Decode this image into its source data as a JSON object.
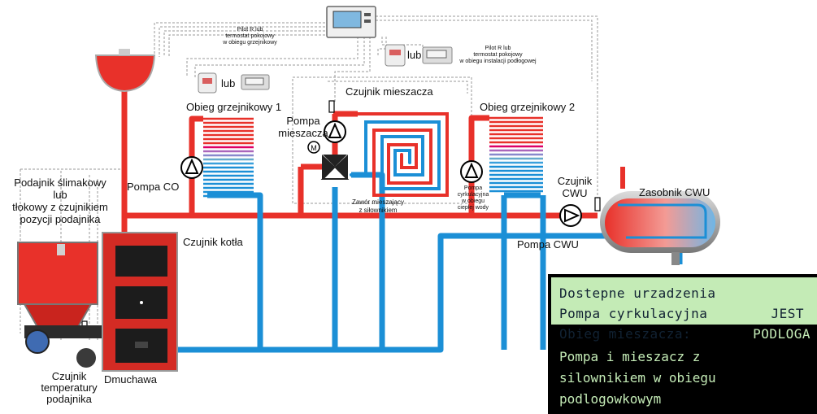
{
  "labels": {
    "pilot_left": "Pilot R lub\ntermostat pokojowy\nw obiegu grzejnikowy",
    "pilot_right": "Pilot R lub\ntermostat pokojowy\nw obiegu instalacji podłogowej",
    "lub_1": "lub",
    "lub_2": "lub",
    "circuit_1": "Obieg grzejnikowy 1",
    "circuit_2": "Obieg grzejnikowy 2",
    "mixer_sensor": "Czujnik mieszacza",
    "mixer_pump": "Pompa\nmieszacza",
    "co_pump": "Pompa CO",
    "feeder": "Podajnik ślimakowy\nlub\ntłokowy z czujnikiem\npozycji podajnika",
    "valve": "Zawór mieszający\nz siłownikiem",
    "circ_pump": "Pompa\ncyrkulacyjna\nw obiegu\nciepłej wody",
    "cwu_sensor": "Czujnik\nCWU",
    "cwu_tank": "Zasobnik CWU",
    "boiler_sensor": "Czujnik kotła",
    "cwu_pump": "Pompa CWU",
    "feeder_sensor": "Czujnik\ntemperatury\npodajnika",
    "blower": "Dmuchawa"
  },
  "lcd": {
    "title": "Dostepne urzadzenia",
    "row1_label": "Pompa cyrkulacyjna",
    "row1_value": "JEST",
    "row2_label": "Obieg mieszacza:",
    "row2_value": "PODLOGA",
    "desc": [
      "Pompa i mieszacz z",
      "silownikiem w obiegu",
      "podlogowkowym"
    ]
  },
  "colors": {
    "supply": "#e8312a",
    "return": "#1b8fd6",
    "lcd_bg": "#c4ebb6",
    "boiler": "#d42b24"
  },
  "icons": [
    "controller-icon",
    "room-thermostat-icon",
    "radiator-icon",
    "pump-icon",
    "mixing-valve-icon",
    "boiler-icon",
    "pellet-hopper-icon",
    "hot-water-tank-icon",
    "floor-heating-icon",
    "blower-icon",
    "expansion-tank-icon"
  ]
}
